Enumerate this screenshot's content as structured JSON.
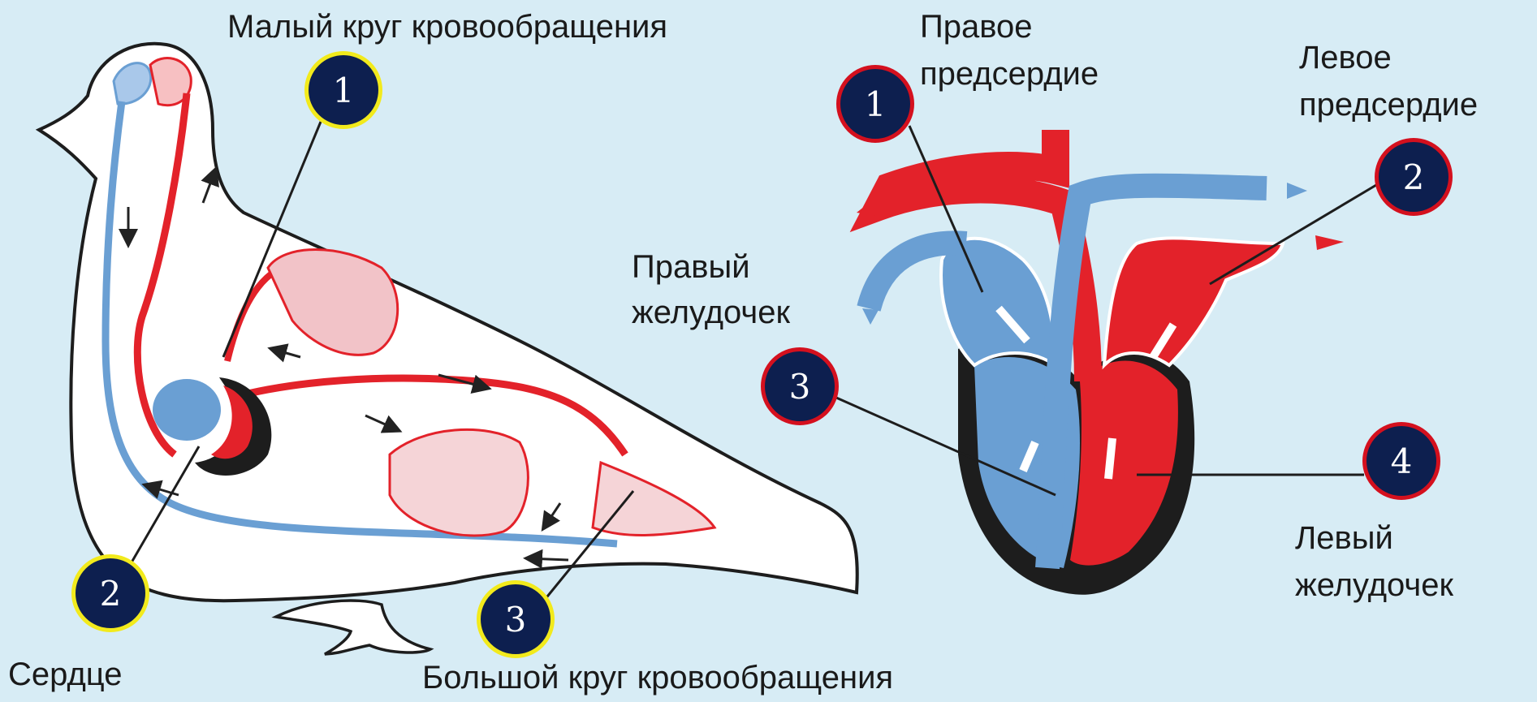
{
  "labels": {
    "small_circle": "Малый круг кровообращения",
    "big_circle": "Большой круг кровообращения",
    "heart": "Сердце",
    "right_atrium_1": "Правое",
    "right_atrium_2": "предсердие",
    "left_atrium_1": "Левое",
    "left_atrium_2": "предсердие",
    "right_ventricle_1": "Правый",
    "right_ventricle_2": "желудочек",
    "left_ventricle_1": "Левый",
    "left_ventricle_2": "желудочек"
  },
  "bird_markers": [
    "1",
    "2",
    "3"
  ],
  "heart_markers": [
    "1",
    "2",
    "3",
    "4"
  ],
  "colors": {
    "background": "#d7ecf5",
    "arterial": "#e3222a",
    "venous": "#6a9fd3",
    "marker_fill": "#0d1f4f",
    "bird_marker_ring": "#f2ea1c",
    "heart_marker_ring": "#d4101e"
  }
}
